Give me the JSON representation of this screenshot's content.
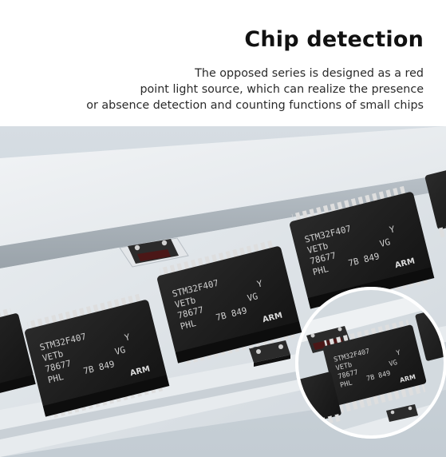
{
  "title": "Chip detection",
  "description": [
    "The opposed series is designed as a red",
    "point light source, which can realize the presence",
    "or absence detection and counting functions of small chips"
  ],
  "chips": [
    {
      "lines": [
        "STM32F407",
        "VETb",
        "78677",
        "PHL"
      ],
      "tags": [
        "Y",
        "VG",
        "7B 849"
      ],
      "logo": "ARM"
    },
    {
      "lines": [
        "STM32F407",
        "VETb",
        "78677",
        "PHL"
      ],
      "tags": [
        "Y",
        "VG",
        "7B 849"
      ],
      "logo": "ARM"
    },
    {
      "lines": [
        "STM32F407",
        "VETb",
        "78677",
        "PHL"
      ],
      "tags": [
        "Y",
        "VG",
        "7B 849"
      ],
      "logo": "ARM"
    },
    {
      "lines": [
        "STM32F407",
        "VETb",
        "78677",
        "PHL"
      ],
      "tags": [
        "Y",
        "VG",
        "7B 849"
      ],
      "logo": "ARM"
    }
  ],
  "colors": {
    "chip_body": "#1c1c1c",
    "chip_text": "#cfcfcf",
    "pins": "#d9d9d9",
    "rail": "#dfe4e8",
    "sensor_beam": "#c0392b"
  }
}
